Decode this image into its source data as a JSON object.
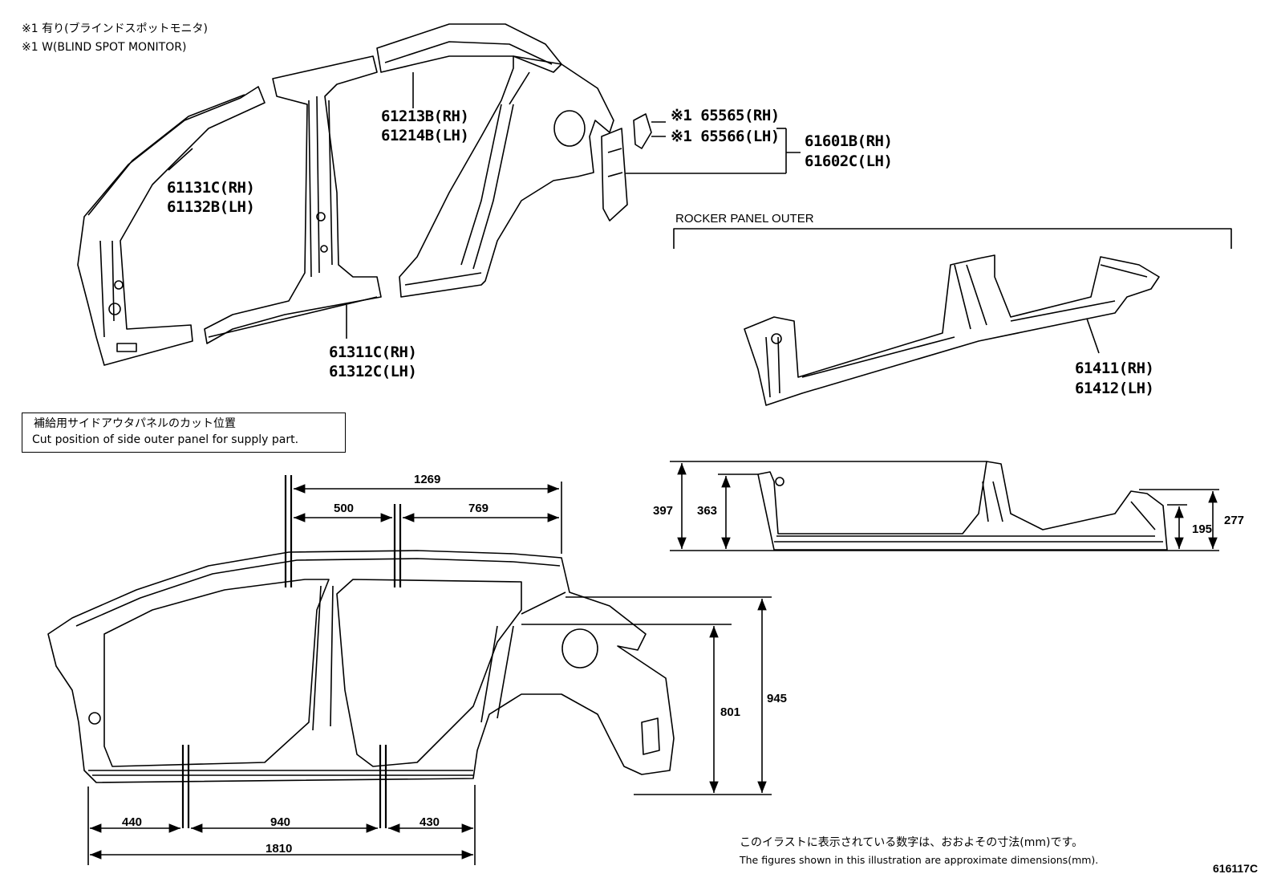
{
  "notes": {
    "line_jp": "※1 有り(ブラインドスポットモニタ)",
    "line_en": "※1 W(BLIND SPOT MONITOR)"
  },
  "parts": {
    "p61131": "61131C(RH)",
    "p61132": "61132B(LH)",
    "p61213": "61213B(RH)",
    "p61214": "61214B(LH)",
    "p61311": "61311C(RH)",
    "p61312": "61312C(LH)",
    "p65565": "※1 65565(RH)",
    "p65566": "※1 65566(LH)",
    "p61601": "61601B(RH)",
    "p61602": "61602C(LH)",
    "p61411": "61411(RH)",
    "p61412": "61412(LH)"
  },
  "rocker_title": "ROCKER PANEL OUTER",
  "cut_box": {
    "jp": "補給用サイドアウタパネルのカット位置",
    "en": "Cut position of side outer panel for supply part."
  },
  "dimensions": {
    "top_total": "1269",
    "top_left": "500",
    "top_right": "769",
    "rocker_397": "397",
    "rocker_363": "363",
    "rocker_195": "195",
    "rocker_277": "277",
    "side_801": "801",
    "side_945": "945",
    "bottom_440": "440",
    "bottom_940": "940",
    "bottom_430": "430",
    "bottom_total": "1810"
  },
  "footer": {
    "jp": "このイラストに表示されている数字は、おおよその寸法(mm)です。",
    "en": "The figures shown in this illustration are approximate dimensions(mm).",
    "code": "616117C"
  }
}
